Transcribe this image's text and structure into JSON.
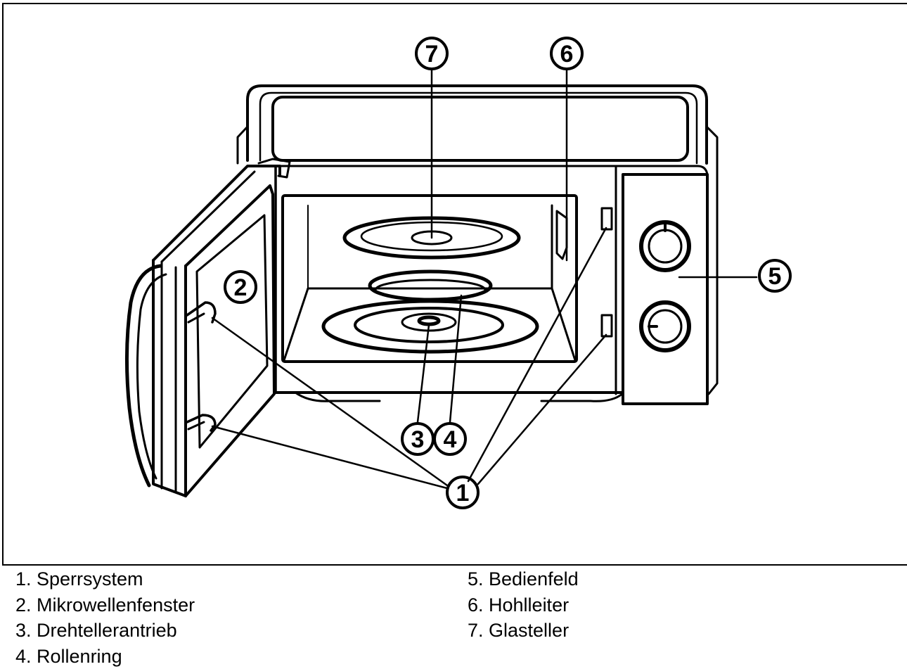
{
  "callouts": {
    "c1": "1",
    "c2": "2",
    "c3": "3",
    "c4": "4",
    "c5": "5",
    "c6": "6",
    "c7": "7"
  },
  "legend": {
    "left": [
      "1. Sperrsystem",
      "2. Mikrowellenfenster",
      "3. Drehtellerantrieb",
      "4. Rollenring"
    ],
    "right": [
      "5. Bedienfeld",
      "6. Hohlleiter",
      "7. Glasteller"
    ]
  }
}
